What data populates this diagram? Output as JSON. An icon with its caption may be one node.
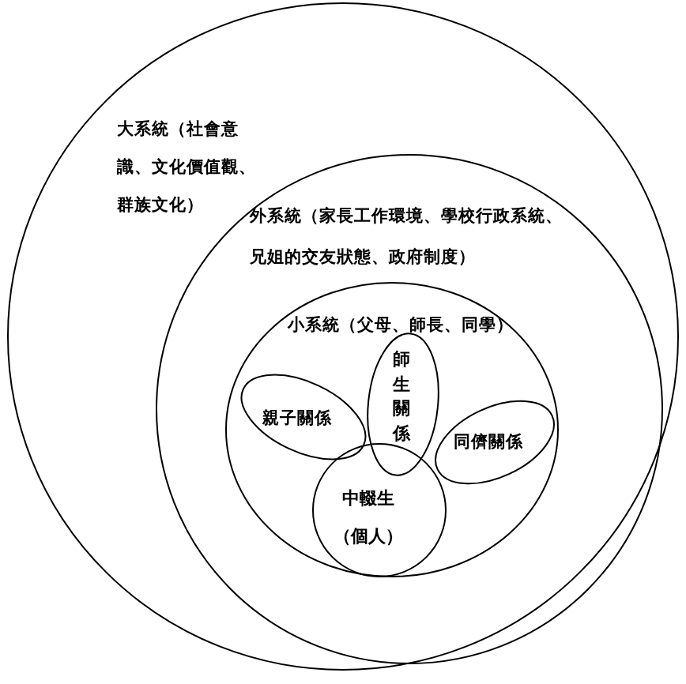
{
  "diagram": {
    "nodes": [
      {
        "text": [
          "大系統（社會意識、文化價值觀、群族文化）"
        ]
      },
      {
        "text": [
          "外系統（家長工作環境、學校行政系統、兄姐的交友狀態、政府制度）"
        ],
        "in": 0
      },
      {
        "text": [
          "小系統（父母、師長、同學）"
        ],
        "in": 1
      },
      {
        "text": [
          "親子關係"
        ],
        "in": 2
      },
      {
        "text": [
          "師生關係"
        ],
        "in": 2
      },
      {
        "text": [
          "同儕關係"
        ],
        "in": 2
      },
      {
        "text": [
          "中輟生（個人）"
        ],
        "in": 2
      }
    ]
  }
}
